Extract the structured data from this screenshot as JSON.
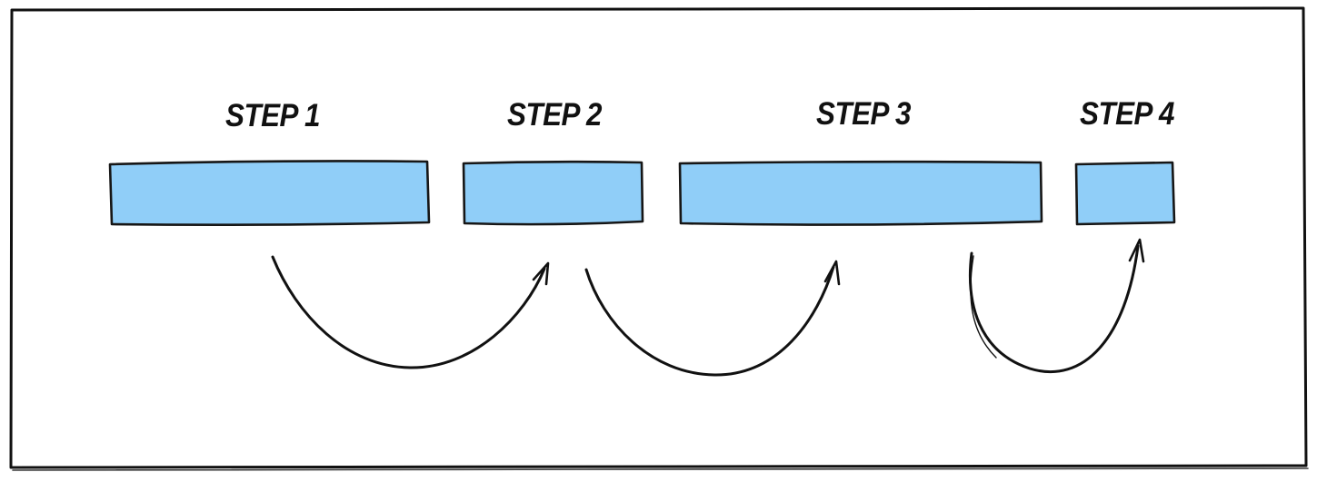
{
  "diagram": {
    "steps": [
      {
        "label": "STEP 1"
      },
      {
        "label": "STEP 2"
      },
      {
        "label": "STEP 3"
      },
      {
        "label": "STEP 4"
      }
    ],
    "arrows": [
      {
        "name": "step-1-to-step-2"
      },
      {
        "name": "step-2-to-step-3"
      },
      {
        "name": "step-3-to-step-4"
      }
    ],
    "colors": {
      "bar_fill": "#90CEF8",
      "bar_stroke": "#161616",
      "ink": "#111111",
      "background": "#FFFFFF"
    }
  }
}
